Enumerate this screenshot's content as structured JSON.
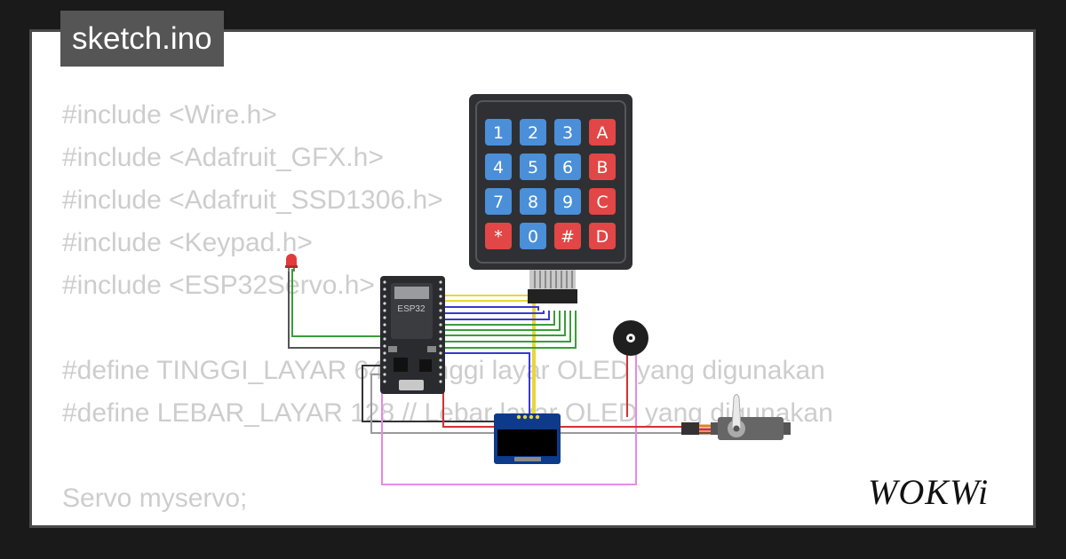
{
  "file_tab": {
    "label": "sketch.ino"
  },
  "code_lines": [
    "#include <Wire.h>",
    "#include <Adafruit_GFX.h>",
    "#include <Adafruit_SSD1306.h>",
    "#include <Keypad.h>",
    "#include <ESP32Servo.h>",
    "",
    "#define TINGGI_LAYAR 64 // Tinggi layar OLED yang digunakan",
    "#define LEBAR_LAYAR 128 // Lebar layar OLED yang digunakan",
    "",
    "Servo myservo;"
  ],
  "esp32": {
    "label": "ESP32"
  },
  "keypad": {
    "keys": [
      "1",
      "2",
      "3",
      "A",
      "4",
      "5",
      "6",
      "B",
      "7",
      "8",
      "9",
      "C",
      "*",
      "0",
      "#",
      "D"
    ]
  },
  "brand": {
    "name": "WOKWi"
  },
  "colors": {
    "background": "#1a1a1a",
    "card": "#ffffff",
    "tab": "#555555",
    "code_text": "#cdcdcd",
    "key_blue": "#4a8fd8",
    "key_red": "#e24646",
    "keypad_body": "#2f3033"
  }
}
